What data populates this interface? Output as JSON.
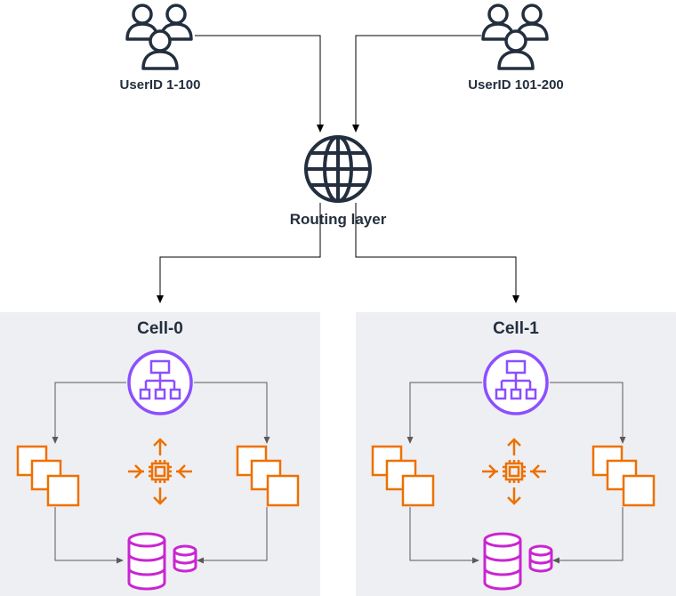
{
  "users": [
    {
      "label": "UserID 1-100"
    },
    {
      "label": "UserID 101-200"
    }
  ],
  "routing": {
    "label": "Routing layer"
  },
  "cells": [
    {
      "title": "Cell-0"
    },
    {
      "title": "Cell-1"
    }
  ],
  "colors": {
    "text": "#232f3e",
    "cell_background": "#eeeff3",
    "connector": "#000000",
    "inner_connector": "#5a5a5a",
    "load_balancer": "#8c4fff",
    "compute": "#ed7100",
    "database": "#c925d1"
  },
  "icons": {
    "users": "users-group-icon",
    "routing": "globe-icon",
    "load_balancer": "load-balancer-icon",
    "instances": "instances-stack-icon",
    "auto_scaling": "auto-scaling-chip-icon",
    "database": "database-icon"
  }
}
